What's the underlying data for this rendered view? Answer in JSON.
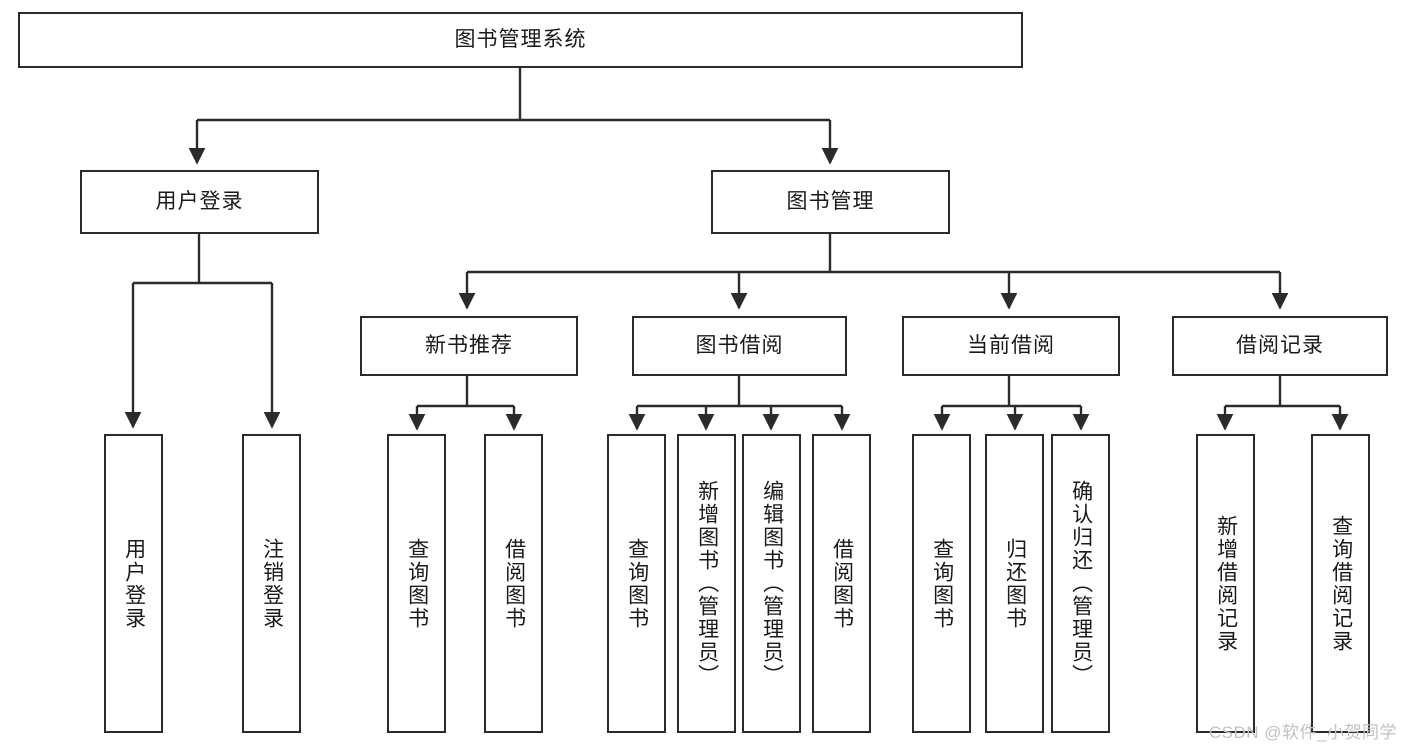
{
  "diagram": {
    "title_box": {
      "label": "图书管理系统"
    },
    "level2": [
      {
        "id": "user-login",
        "label": "用户登录"
      },
      {
        "id": "book-management",
        "label": "图书管理"
      }
    ],
    "level3": [
      {
        "id": "new-book-recommend",
        "label": "新书推荐"
      },
      {
        "id": "book-borrow",
        "label": "图书借阅"
      },
      {
        "id": "current-borrow",
        "label": "当前借阅"
      },
      {
        "id": "borrow-record",
        "label": "借阅记录"
      }
    ],
    "leaves": {
      "user_login": [
        {
          "id": "leaf-user-login",
          "label": "用户登录"
        },
        {
          "id": "leaf-logout-login",
          "label": "注销登录"
        }
      ],
      "new_book_recommend": [
        {
          "id": "leaf-query-book-1",
          "label": "查询图书"
        },
        {
          "id": "leaf-borrow-book-1",
          "label": "借阅图书"
        }
      ],
      "book_borrow": [
        {
          "id": "leaf-query-book-2",
          "label": "查询图书"
        },
        {
          "id": "leaf-add-book",
          "label": "新增图书（管理员）"
        },
        {
          "id": "leaf-edit-book",
          "label": "编辑图书（管理员）"
        },
        {
          "id": "leaf-borrow-book-2",
          "label": "借阅图书"
        }
      ],
      "current_borrow": [
        {
          "id": "leaf-query-book-3",
          "label": "查询图书"
        },
        {
          "id": "leaf-return-book",
          "label": "归还图书"
        },
        {
          "id": "leaf-confirm-return",
          "label": "确认归还（管理员）"
        }
      ],
      "borrow_record": [
        {
          "id": "leaf-add-borrow-record",
          "label": "新增借阅记录"
        },
        {
          "id": "leaf-query-borrow-record",
          "label": "查询借阅记录"
        }
      ]
    },
    "watermark": {
      "text": "CSDN @软件_小贺同学"
    },
    "colors": {
      "stroke": "#2b2b2b",
      "background": "#ffffff",
      "text": "#1a1a1a",
      "watermark": "#c2c2c2"
    }
  }
}
